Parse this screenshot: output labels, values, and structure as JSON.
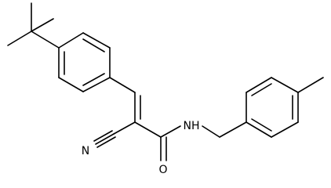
{
  "molecule": {
    "atom_labels": {
      "nitrogen_nitrile": "N",
      "nitrogen_amide": "NH",
      "oxygen_carbonyl": "O"
    },
    "colors": {
      "bond": "#000000",
      "background": "#ffffff"
    }
  }
}
